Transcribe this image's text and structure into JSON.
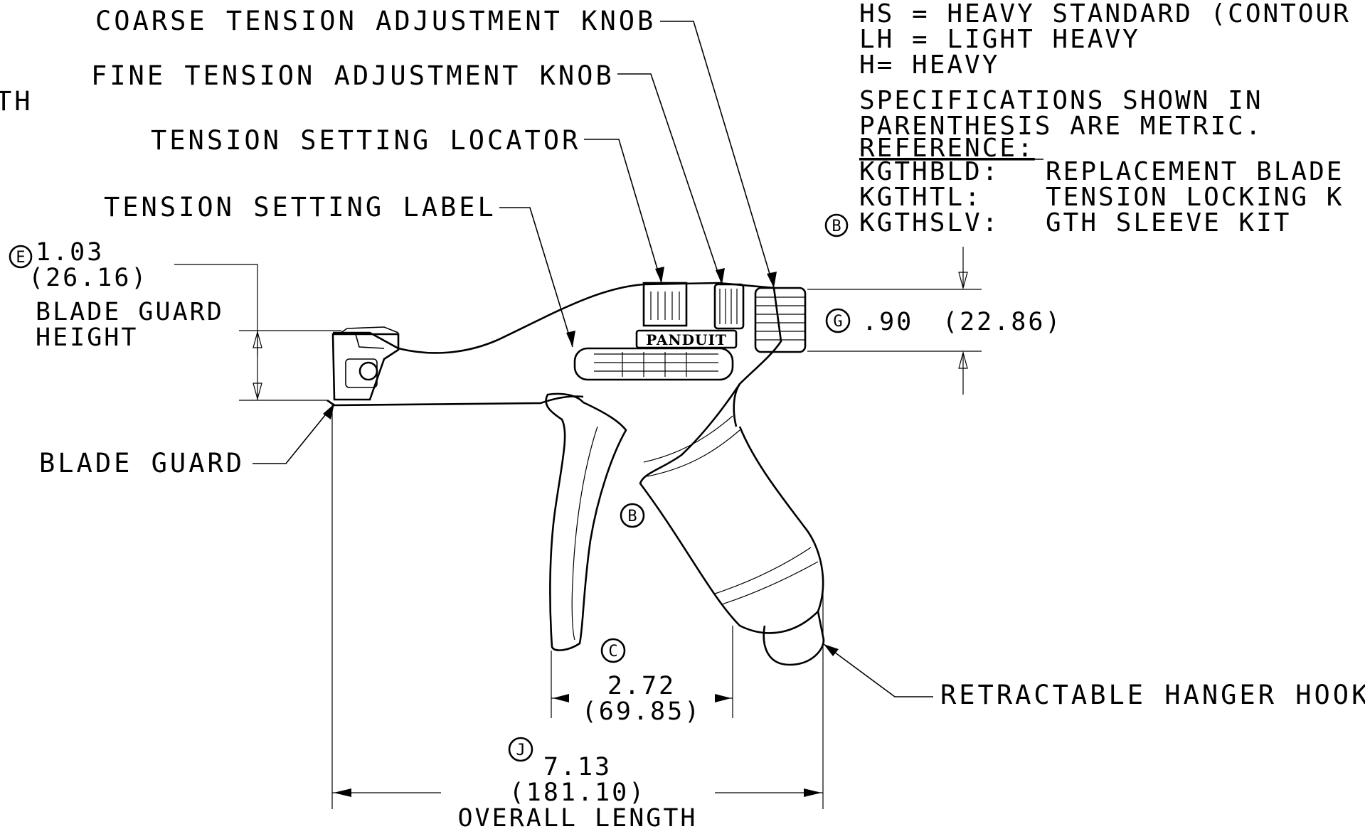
{
  "callouts": {
    "coarse_knob": "COARSE TENSION ADJUSTMENT KNOB",
    "fine_knob": "FINE TENSION ADJUSTMENT KNOB",
    "locator": "TENSION SETTING LOCATOR",
    "setting_label": "TENSION SETTING LABEL",
    "blade_guard": "BLADE GUARD",
    "hanger_hook": "RETRACTABLE HANGER HOOK",
    "edge_fragment": "TH"
  },
  "notes": {
    "line1": "HS = HEAVY STANDARD (CONTOUR",
    "line2": "LH = LIGHT HEAVY",
    "line3": "H= HEAVY",
    "spec1": "SPECIFICATIONS SHOWN IN",
    "spec2": "PARENTHESIS ARE METRIC.",
    "reference_heading": "REFERENCE:",
    "references": [
      {
        "code": "KGTHBLD:",
        "desc": "REPLACEMENT BLADE"
      },
      {
        "code": "KGTHTL:",
        "desc": "TENSION LOCKING K"
      },
      {
        "marker": "B",
        "code": "KGTHSLV:",
        "desc": "GTH SLEEVE KIT"
      }
    ]
  },
  "dimensions": {
    "guard_height": {
      "marker": "E",
      "imperial": "1.03",
      "metric": "(26.16)",
      "label1": "BLADE GUARD",
      "label2": "HEIGHT"
    },
    "knob_height": {
      "marker": "G",
      "imperial": ".90",
      "metric": "(22.86)"
    },
    "grip_width": {
      "marker": "C",
      "imperial": "2.72",
      "metric": "(69.85)"
    },
    "overall": {
      "marker": "J",
      "imperial": "7.13",
      "metric": "(181.10)",
      "label": "OVERALL LENGTH"
    }
  },
  "body_markers": {
    "grip": "B"
  },
  "brand_text": "PANDUIT"
}
